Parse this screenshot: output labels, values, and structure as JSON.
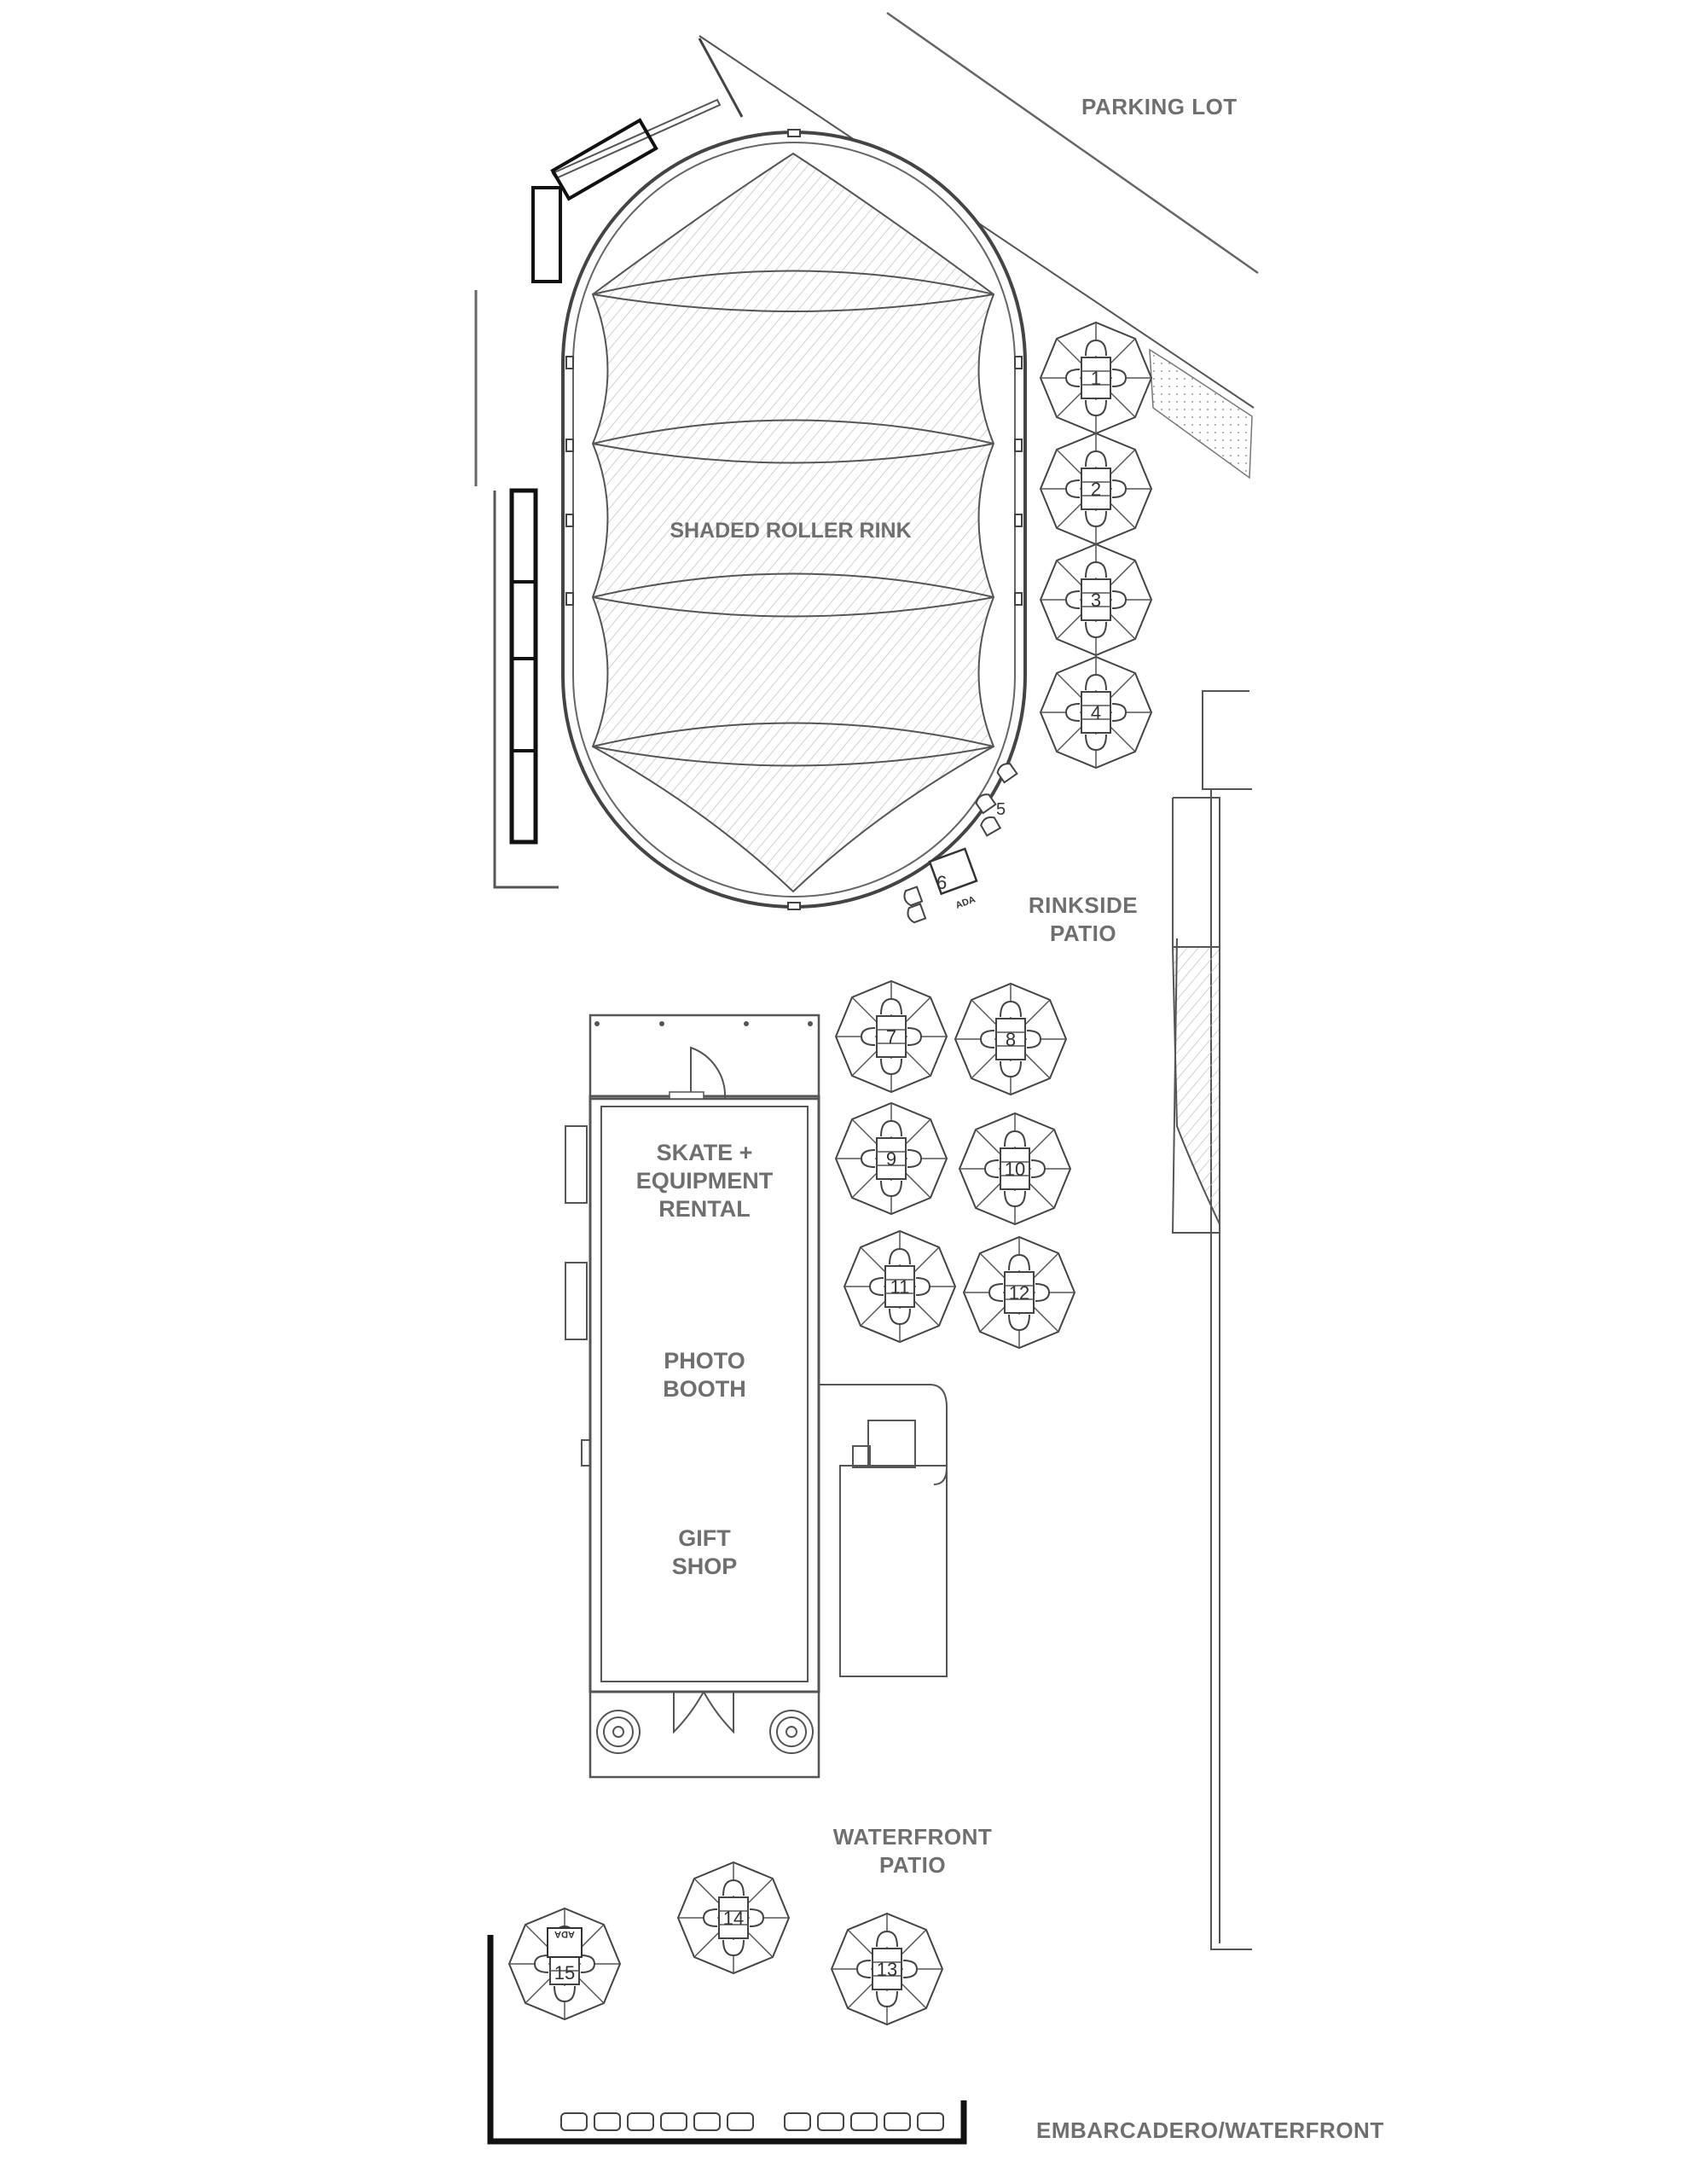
{
  "zones": {
    "parking_lot": "PARKING LOT",
    "rink": "SHADED ROLLER RINK",
    "rinkside_line1": "RINKSIDE",
    "rinkside_line2": "PATIO",
    "waterfront_line1": "WATERFRONT",
    "waterfront_line2": "PATIO",
    "embarcadero": "EMBARCADERO/WATERFRONT"
  },
  "building": {
    "rental_line1": "SKATE +",
    "rental_line2": "EQUIPMENT",
    "rental_line3": "RENTAL",
    "photo_line1": "PHOTO",
    "photo_line2": "BOOTH",
    "gift_line1": "GIFT",
    "gift_line2": "SHOP"
  },
  "tables": [
    "1",
    "2",
    "3",
    "4",
    "5",
    "6",
    "7",
    "8",
    "9",
    "10",
    "11",
    "12",
    "13",
    "14",
    "15"
  ],
  "ada_label": "ADA"
}
